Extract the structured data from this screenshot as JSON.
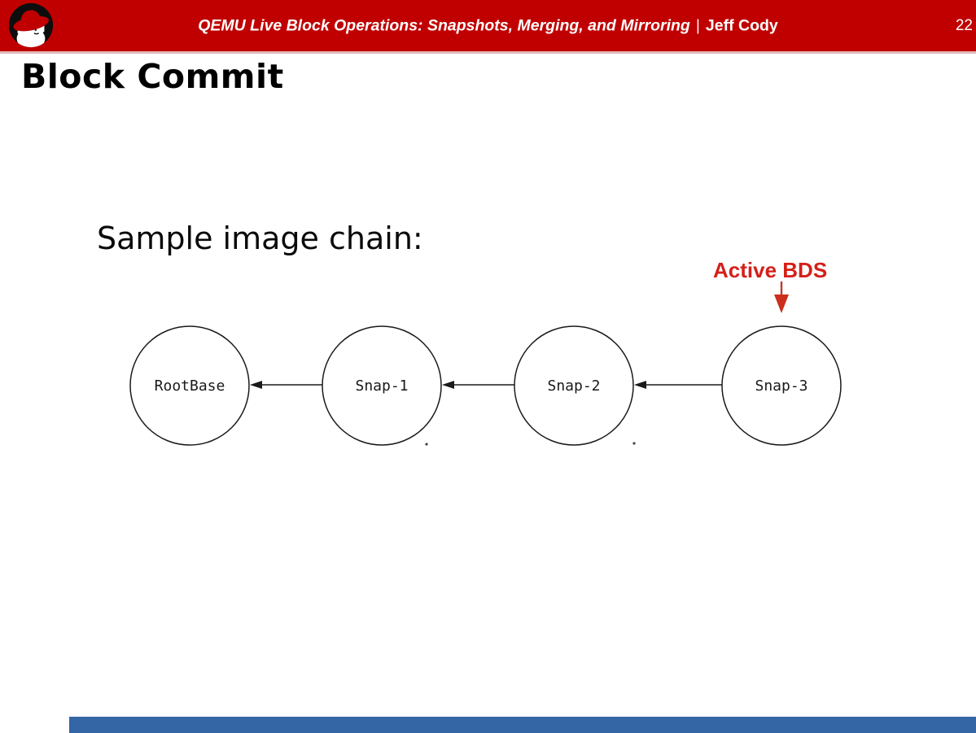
{
  "header": {
    "title": "QEMU Live Block Operations: Snapshots, Merging, and Mirroring",
    "divider": "|",
    "author": "Jeff Cody",
    "page_number": "22",
    "logo_name": "redhat-shadowman-logo",
    "bg_color": "#c00000"
  },
  "slide": {
    "title": "Block Commit",
    "caption": "Sample image chain:"
  },
  "diagram": {
    "annotation_label": "Active BDS",
    "annotation_color": "#d42019",
    "annotation_points_to": "Snap-3",
    "nodes": [
      {
        "label": "RootBase"
      },
      {
        "label": "Snap-1"
      },
      {
        "label": "Snap-2"
      },
      {
        "label": "Snap-3"
      }
    ],
    "edges": [
      {
        "from": "Snap-1",
        "to": "RootBase"
      },
      {
        "from": "Snap-2",
        "to": "Snap-1"
      },
      {
        "from": "Snap-3",
        "to": "Snap-2"
      }
    ],
    "node_fill": "#ffffff",
    "node_stroke": "#1a1a1a"
  },
  "scrollbar": {
    "thumb_color": "#3465a4"
  }
}
